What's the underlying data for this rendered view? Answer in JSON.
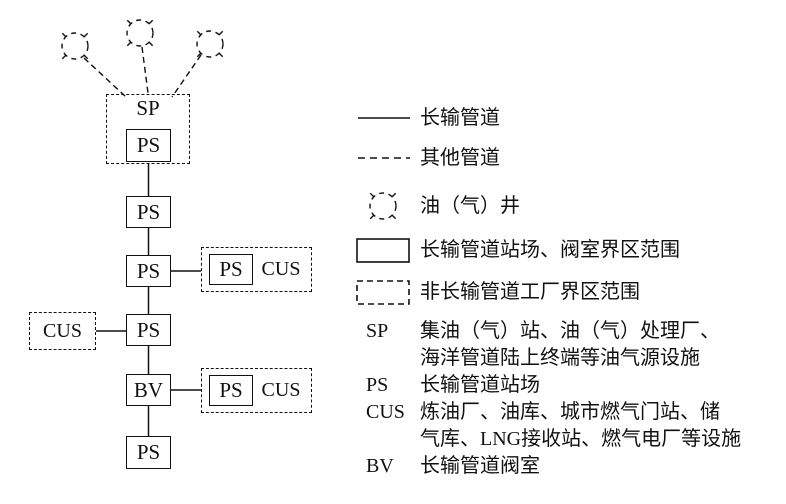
{
  "diagram": {
    "labels": {
      "sp": "SP",
      "ps": "PS",
      "bv": "BV",
      "cus": "CUS"
    }
  },
  "legend": {
    "items": [
      {
        "symbol": "solid-line",
        "label": "长输管道"
      },
      {
        "symbol": "dashed-line",
        "label": "其他管道"
      },
      {
        "symbol": "dashed-circle",
        "label": "油（气）井"
      },
      {
        "symbol": "solid-rect",
        "label": "长输管道站场、阀室界区范围"
      },
      {
        "symbol": "dashed-rect",
        "label": "非长输管道工厂界区范围"
      }
    ],
    "abbreviations": [
      {
        "abbr": "SP",
        "desc": "集油（气）站、油（气）处理厂、\n海洋管道陆上终端等油气源设施"
      },
      {
        "abbr": "PS",
        "desc": "长输管道站场"
      },
      {
        "abbr": "CUS",
        "desc": "炼油厂、油库、城市燃气门站、储\n气库、LNG接收站、燃气电厂等设施"
      },
      {
        "abbr": "BV",
        "desc": "长输管道阀室"
      }
    ]
  },
  "colors": {
    "ink": "#111111",
    "background": "#ffffff"
  }
}
